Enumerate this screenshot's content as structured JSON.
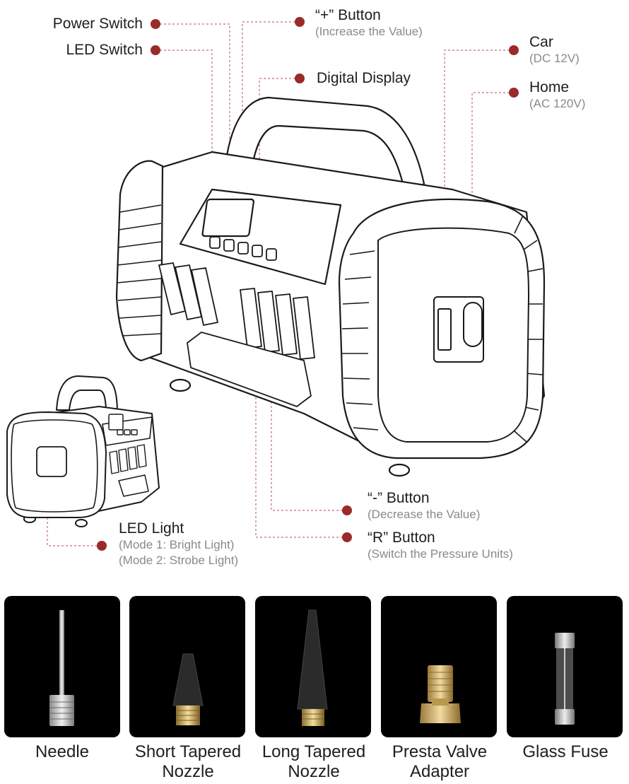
{
  "colors": {
    "accent_dot": "#9b2a2a",
    "leader_line": "#c07070",
    "outline": "#1a1a1a",
    "tile_bg": "#000000",
    "brass": "#c9a85c"
  },
  "callouts": {
    "power_switch": {
      "label": "Power Switch"
    },
    "led_switch": {
      "label": "LED Switch"
    },
    "plus_button": {
      "label": "“+” Button",
      "sub": "(Increase the Value)"
    },
    "digital_display": {
      "label": "Digital Display"
    },
    "car": {
      "label": "Car",
      "sub": "(DC 12V)"
    },
    "home": {
      "label": "Home",
      "sub": "(AC 120V)"
    },
    "minus_button": {
      "label": "“-” Button",
      "sub": "(Decrease the Value)"
    },
    "r_button": {
      "label": "“R” Button",
      "sub": "(Switch the Pressure Units)"
    },
    "led_light": {
      "label": "LED Light",
      "sub1": "(Mode 1: Bright Light)",
      "sub2": "(Mode 2: Strobe Light)"
    }
  },
  "accessories": [
    {
      "name_line1": "Needle",
      "name_line2": "",
      "icon": "needle-icon"
    },
    {
      "name_line1": "Short Tapered",
      "name_line2": "Nozzle",
      "icon": "short-nozzle-icon"
    },
    {
      "name_line1": "Long Tapered",
      "name_line2": "Nozzle",
      "icon": "long-nozzle-icon"
    },
    {
      "name_line1": "Presta Valve",
      "name_line2": "Adapter",
      "icon": "presta-adapter-icon"
    },
    {
      "name_line1": "Glass Fuse",
      "name_line2": "",
      "icon": "glass-fuse-icon"
    }
  ]
}
